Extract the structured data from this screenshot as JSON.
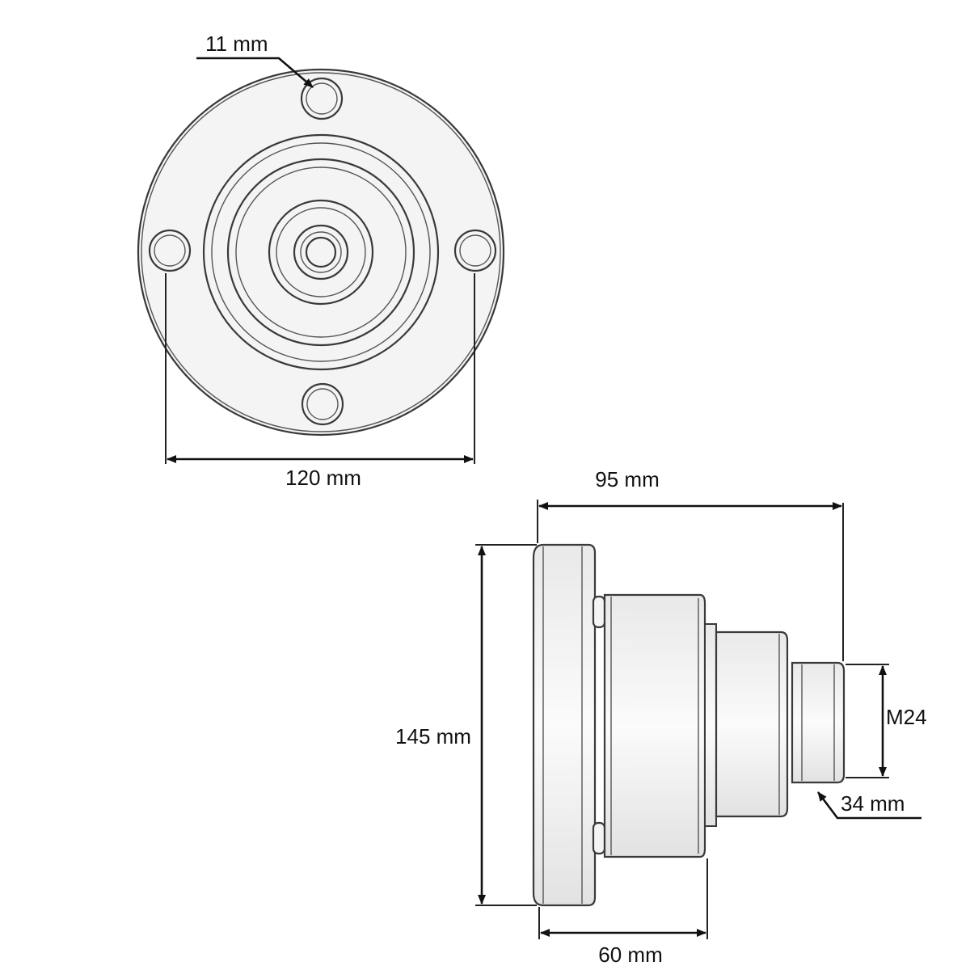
{
  "dimensions": {
    "hole_diameter": "11 mm",
    "bolt_spacing": "120 mm",
    "overall_length": "95 mm",
    "flange_diameter": "145 mm",
    "thread": "M24",
    "thread_length": "34 mm",
    "body_length": "60 mm"
  },
  "colors": {
    "line": "#3a3a3a",
    "dimension": "#111111",
    "background": "#ffffff"
  }
}
